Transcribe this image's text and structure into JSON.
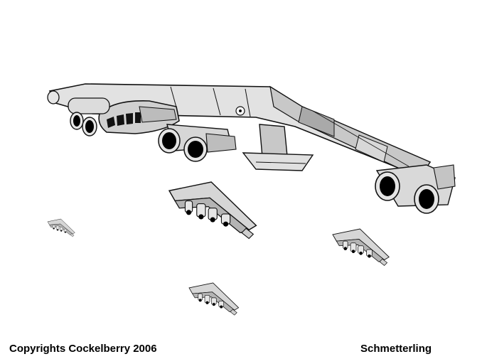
{
  "caption": {
    "copyright": "Copyrights Cockelberry 2006",
    "title": "Schmetterling"
  },
  "colors": {
    "background": "#ffffff",
    "line": "#111111",
    "panel_light": "#e2e2e2",
    "panel_mid": "#c8c8c8",
    "panel_dark": "#a9a9a9",
    "engine_dark": "#000000"
  },
  "drawing": {
    "subject": "aircraft-line-art",
    "formation_count": 4
  }
}
